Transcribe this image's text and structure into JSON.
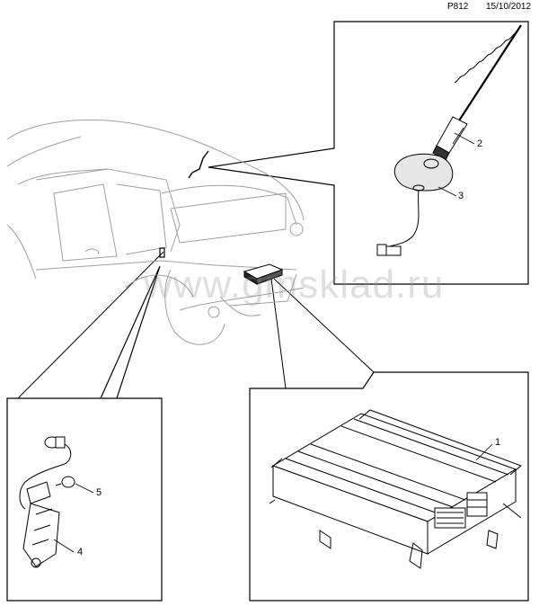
{
  "header": {
    "code": "P812",
    "date": "15/10/2012"
  },
  "watermark": "www.gmsklad.ru",
  "callouts": [
    {
      "id": "1",
      "label": "1"
    },
    {
      "id": "2",
      "label": "2"
    },
    {
      "id": "3",
      "label": "3"
    },
    {
      "id": "4",
      "label": "4"
    },
    {
      "id": "5",
      "label": "5"
    }
  ]
}
